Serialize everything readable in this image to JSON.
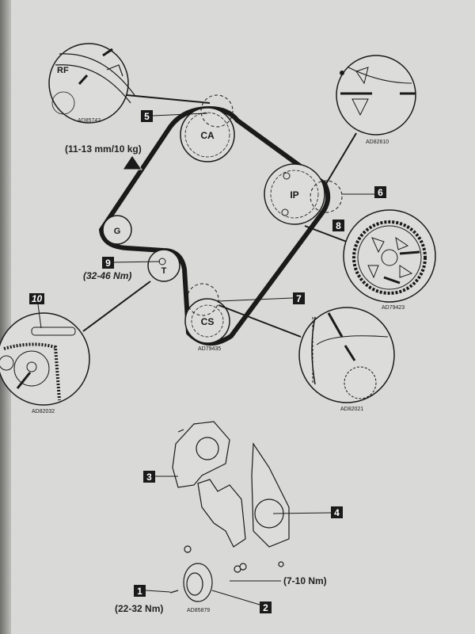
{
  "pulleys": {
    "ca": "CA",
    "ip": "IP",
    "cs": "CS",
    "g": "G",
    "t": "T"
  },
  "detail_labels": {
    "rf": "RF"
  },
  "callouts": {
    "c1": "1",
    "c2": "2",
    "c3": "3",
    "c4": "4",
    "c5": "5",
    "c6": "6",
    "c7": "7",
    "c8": "8",
    "c9": "9",
    "c10": "10"
  },
  "specs": {
    "belt_tension": "(11-13 mm/10 kg)",
    "tensioner_torque": "(32-46 Nm)",
    "pulley_bolt_torque": "(22-32 Nm)",
    "cover_bolt_torque": "(7-10 Nm)"
  },
  "figure_codes": {
    "rf_detail": "AD85742",
    "ip_detail": "AD82610",
    "ip_gear": "AD79423",
    "belt_layout": "AD79435",
    "cs_detail": "AD82021",
    "tensioner_detail": "AD82032",
    "covers": "AD85879"
  },
  "colors": {
    "ink": "#1a1a1a",
    "paper": "#d9d9d7"
  }
}
